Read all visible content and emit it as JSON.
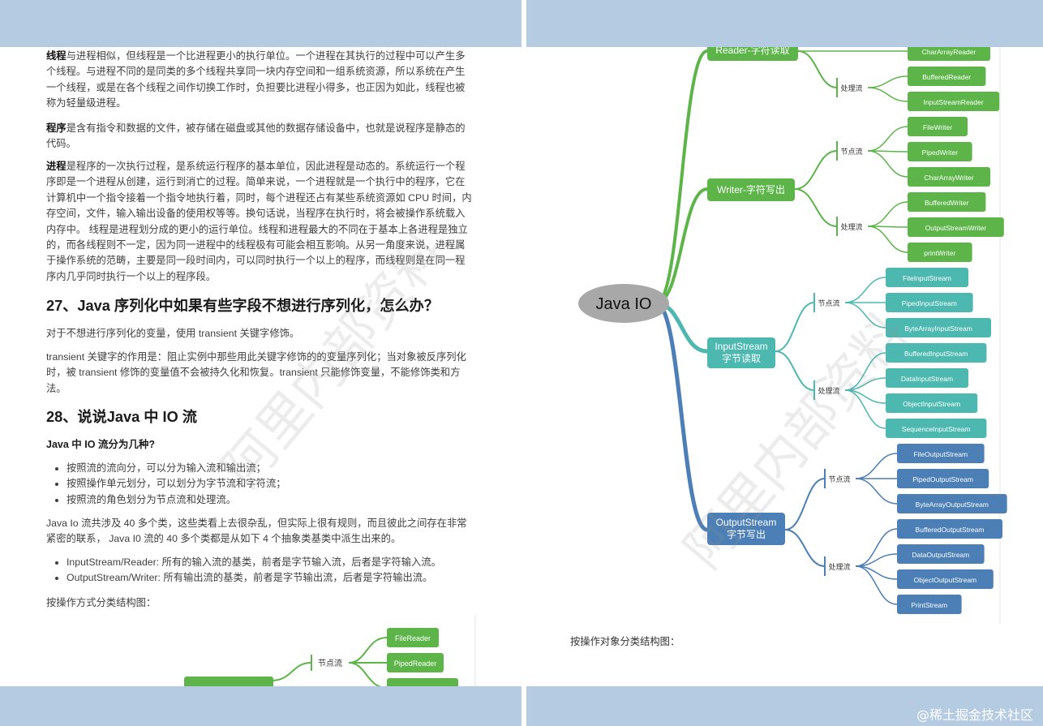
{
  "left": {
    "p1": [
      {
        "b": "线程"
      },
      {
        "t": "与进程相似，但线程是一个比进程更小的执行单位。一个进程在其执行的过程中可以产生多个线程。与进程不同的是同类的多个线程共享同一块内存空间和一组系统资源，所以系统在产生一个线程，或是在各个线程之间作切换工作时，负担要比进程小得多，也正因为如此，线程也被称为轻量级进程。"
      }
    ],
    "p2": [
      {
        "b": "程序"
      },
      {
        "t": "是含有指令和数据的文件，被存储在磁盘或其他的数据存储设备中，也就是说程序是静态的代码。"
      }
    ],
    "p3": [
      {
        "b": "进程"
      },
      {
        "t": "是程序的一次执行过程，是系统运行程序的基本单位，因此进程是动态的。系统运行一个程序即是一个进程从创建，运行到消亡的过程。简单来说，一个进程就是一个执行中的程序，它在计算机中一个指令接着一个指令地执行着，同时，每个进程还占有某些系统资源如 CPU 时间，内存空间，文件，输入输出设备的使用权等等。换句话说，当程序在执行时，将会被操作系统载入内存中。 线程是进程划分成的更小的运行单位。线程和进程最大的不同在于基本上各进程是独立的，而各线程则不一定，因为同一进程中的线程极有可能会相互影响。从另一角度来说，进程属于操作系统的范畴，主要是同一段时间内，可以同时执行一个以上的程序，而线程则是在同一程序内几乎同时执行一个以上的程序段。"
      }
    ],
    "h27": "27、Java 序列化中如果有些字段不想进行序列化，怎么办？",
    "p4": "对于不想进行序列化的变量，使用 transient 关键字修饰。",
    "p5": "transient 关键字的作用是：阻止实例中那些用此关键字修饰的的变量序列化；当对象被反序列化时，被 transient 修饰的变量值不会被持久化和恢复。transient 只能修饰变量，不能修饰类和方法。",
    "h28": "28、说说Java 中 IO 流",
    "h4": "Java 中 IO 流分为几种?",
    "list1": [
      "按照流的流向分，可以分为输入流和输出流；",
      "按照操作单元划分，可以划分为字节流和字符流；",
      "按照流的角色划分为节点流和处理流。"
    ],
    "p6": "Java Io 流共涉及 40 多个类，这些类看上去很杂乱，但实际上很有规则，而且彼此之间存在非常紧密的联系， Java I0 流的 40 多个类都是从如下 4 个抽象类基类中派生出来的。",
    "list2": [
      "InputStream/Reader: 所有的输入流的基类，前者是字节输入流，后者是字符输入流。",
      "OutputStream/Writer: 所有输出流的基类，前者是字节输出流，后者是字符输出流。"
    ],
    "p7": "按操作方式分类结构图：",
    "mini": {
      "node": "节点流",
      "leaves": [
        "FileReader",
        "PipedReader"
      ]
    }
  },
  "right": {
    "root": "Java IO",
    "branches": [
      {
        "name": "Reader-字符读取",
        "groups": [
          {
            "name": "处理流",
            "leaves": [
              "BufferedReader",
              "InputStreamReader"
            ]
          }
        ],
        "top_leaf": "CharArrayReader"
      },
      {
        "name": "Writer-字符写出",
        "groups": [
          {
            "name": "节点流",
            "leaves": [
              "FileWriter",
              "PipedWriter",
              "CharArrayWriter"
            ]
          },
          {
            "name": "处理流",
            "leaves": [
              "BufferedWriter",
              "OutputStreamWriter",
              "printWriter"
            ]
          }
        ]
      },
      {
        "name": "InputStream\n字节读取",
        "groups": [
          {
            "name": "节点流",
            "leaves": [
              "FileInputStream",
              "PipedInputStream",
              "ByteArrayInputStream"
            ]
          },
          {
            "name": "处理流",
            "leaves": [
              "BufferedInputStream",
              "DataInputStream",
              "ObjectInputStream",
              "SequenceInputStream"
            ]
          }
        ]
      },
      {
        "name": "OutputStream\n字节写出",
        "groups": [
          {
            "name": "节点流",
            "leaves": [
              "FileOutputStream",
              "PipedOutputStream",
              "ByteArrayOutputStream"
            ]
          },
          {
            "name": "处理流",
            "leaves": [
              "BufferedOutputStream",
              "DataOutputStream",
              "ObjectOutputStream",
              "PrintStream"
            ]
          }
        ]
      }
    ],
    "caption": "按操作对象分类结构图："
  },
  "watermark": "阿里内部资料",
  "credit": "@稀土掘金技术社区",
  "colors": {
    "green": "#5db54a",
    "teal": "#4cb8b0",
    "blue": "#4b7fb5",
    "root": "#a8a8a8",
    "band": "#b4cbe2"
  }
}
